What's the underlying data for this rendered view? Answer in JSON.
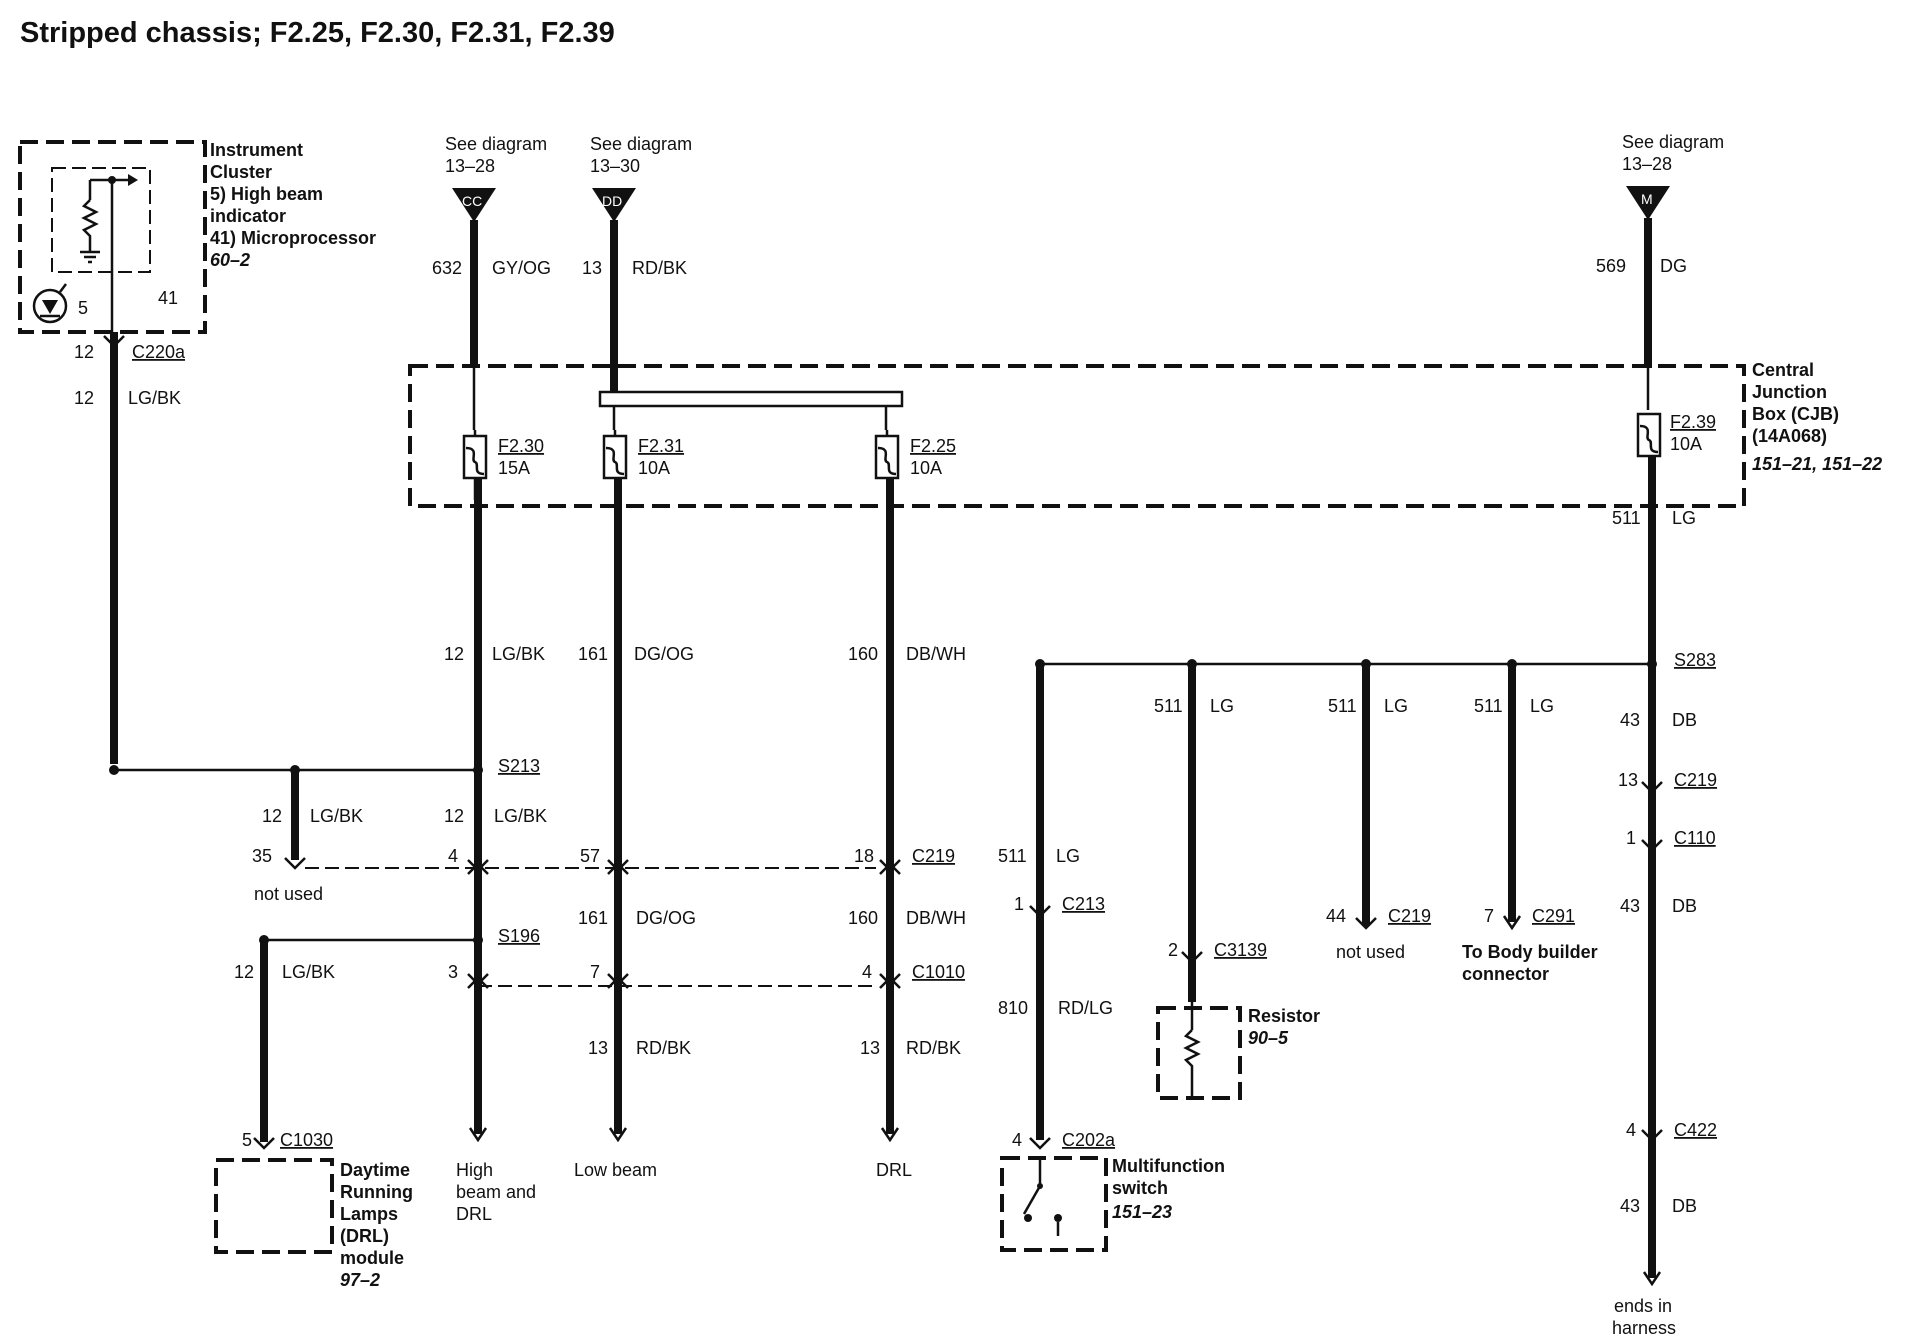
{
  "title": "Stripped chassis; F2.25, F2.30, F2.31, F2.39",
  "inputs": {
    "cc": {
      "see": "See diagram",
      "ref": "13–28",
      "hub": "CC",
      "circuit": "632",
      "color": "GY/OG"
    },
    "dd": {
      "see": "See diagram",
      "ref": "13–30",
      "hub": "DD",
      "circuit": "13",
      "color": "RD/BK"
    },
    "m": {
      "see": "See diagram",
      "ref": "13–28",
      "hub": "M",
      "circuit": "569",
      "color": "DG"
    }
  },
  "instrument_cluster": {
    "lines": [
      "Instrument",
      "Cluster",
      "5) High beam",
      "indicator",
      "41) Microprocessor"
    ],
    "page": "60–2",
    "pin5": "5",
    "pin41": "41",
    "conn_pin": "12",
    "conn": "C220a",
    "circuit": "12",
    "color": "LG/BK"
  },
  "cjb": {
    "lines": [
      "Central",
      "Junction",
      "Box (CJB)",
      "(14A068)"
    ],
    "page": "151–21, 151–22",
    "fuses": [
      {
        "name": "F2.30",
        "rating": "15A"
      },
      {
        "name": "F2.31",
        "rating": "10A"
      },
      {
        "name": "F2.25",
        "rating": "10A"
      },
      {
        "name": "F2.39",
        "rating": "10A"
      }
    ]
  },
  "labels": {
    "w12": "12",
    "lgbk": "LG/BK",
    "w161": "161",
    "dgog": "DG/OG",
    "w160": "160",
    "dbwh": "DB/WH",
    "w511": "511",
    "lg": "LG",
    "w43": "43",
    "db": "DB",
    "w13": "13",
    "rdbk": "RD/BK",
    "w810": "810",
    "rdlg": "RD/LG",
    "s213": "S213",
    "s196": "S196",
    "s283": "S283",
    "c219": "C219",
    "c1010": "C1010",
    "c213": "C213",
    "c3139": "C3139",
    "c291": "C291",
    "c110": "C110",
    "c422": "C422",
    "c202a": "C202a",
    "c1030": "C1030",
    "p35": "35",
    "p4": "4",
    "p57": "57",
    "p18": "18",
    "p3": "3",
    "p7": "7",
    "p1": "1",
    "p2": "2",
    "p44": "44",
    "p13": "13",
    "p5": "5",
    "not_used": "not used",
    "high_beam": [
      "High",
      "beam and",
      "DRL"
    ],
    "low_beam": "Low beam",
    "drl": "DRL",
    "body_builder": [
      "To Body builder",
      "connector"
    ],
    "ends": [
      "ends in",
      "harness"
    ]
  },
  "resistor": {
    "name": "Resistor",
    "page": "90–5"
  },
  "multifunction": {
    "lines": [
      "Multifunction",
      "switch"
    ],
    "page": "151–23"
  },
  "drl_module": {
    "lines": [
      "Daytime",
      "Running",
      "Lamps",
      "(DRL)",
      "module"
    ],
    "page": "97–2"
  }
}
